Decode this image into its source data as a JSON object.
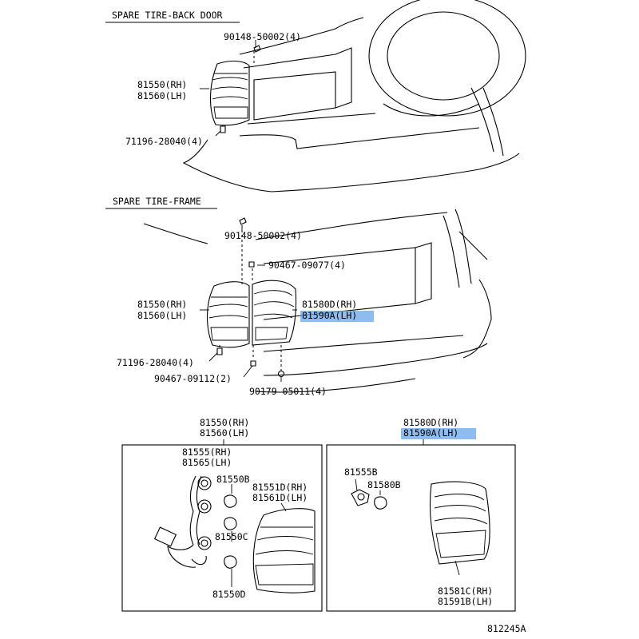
{
  "sections": {
    "back_door": "SPARE TIRE-BACK DOOR",
    "frame": "SPARE TIRE-FRAME"
  },
  "top": {
    "screw_1": "90148-50002(4)",
    "lamp_rh": "81550(RH)",
    "lamp_lh": "81560(LH)",
    "clip": "71196-28040(4)"
  },
  "mid": {
    "screw_1": "90148-50002(4)",
    "nut_1": "90467-09077(4)",
    "lamp_rh": "81550(RH)",
    "lamp_lh": "81560(LH)",
    "inner_rh": "81580D(RH)",
    "inner_lh": "81590A(LH)",
    "clip": "71196-28040(4)",
    "nut_2": "90467-09112(2)",
    "nut_3": "90179-05011(4)"
  },
  "left_box": {
    "header_rh": "81550(RH)",
    "header_lh": "81560(LH)",
    "socket_rh": "81555(RH)",
    "socket_lh": "81565(LH)",
    "bulb_b": "81550B",
    "lens_rh": "81551D(RH)",
    "lens_lh": "81561D(LH)",
    "bulb_c": "81550C",
    "bulb_d": "81550D"
  },
  "right_box": {
    "header_rh": "81580D(RH)",
    "header_lh": "81590A(LH)",
    "socket": "81555B",
    "bulb": "81580B",
    "lens_rh": "81581C(RH)",
    "lens_lh": "81591B(LH)"
  },
  "footer": {
    "figure_code": "812245A"
  },
  "colors": {
    "highlight": "#6aa6e8"
  }
}
